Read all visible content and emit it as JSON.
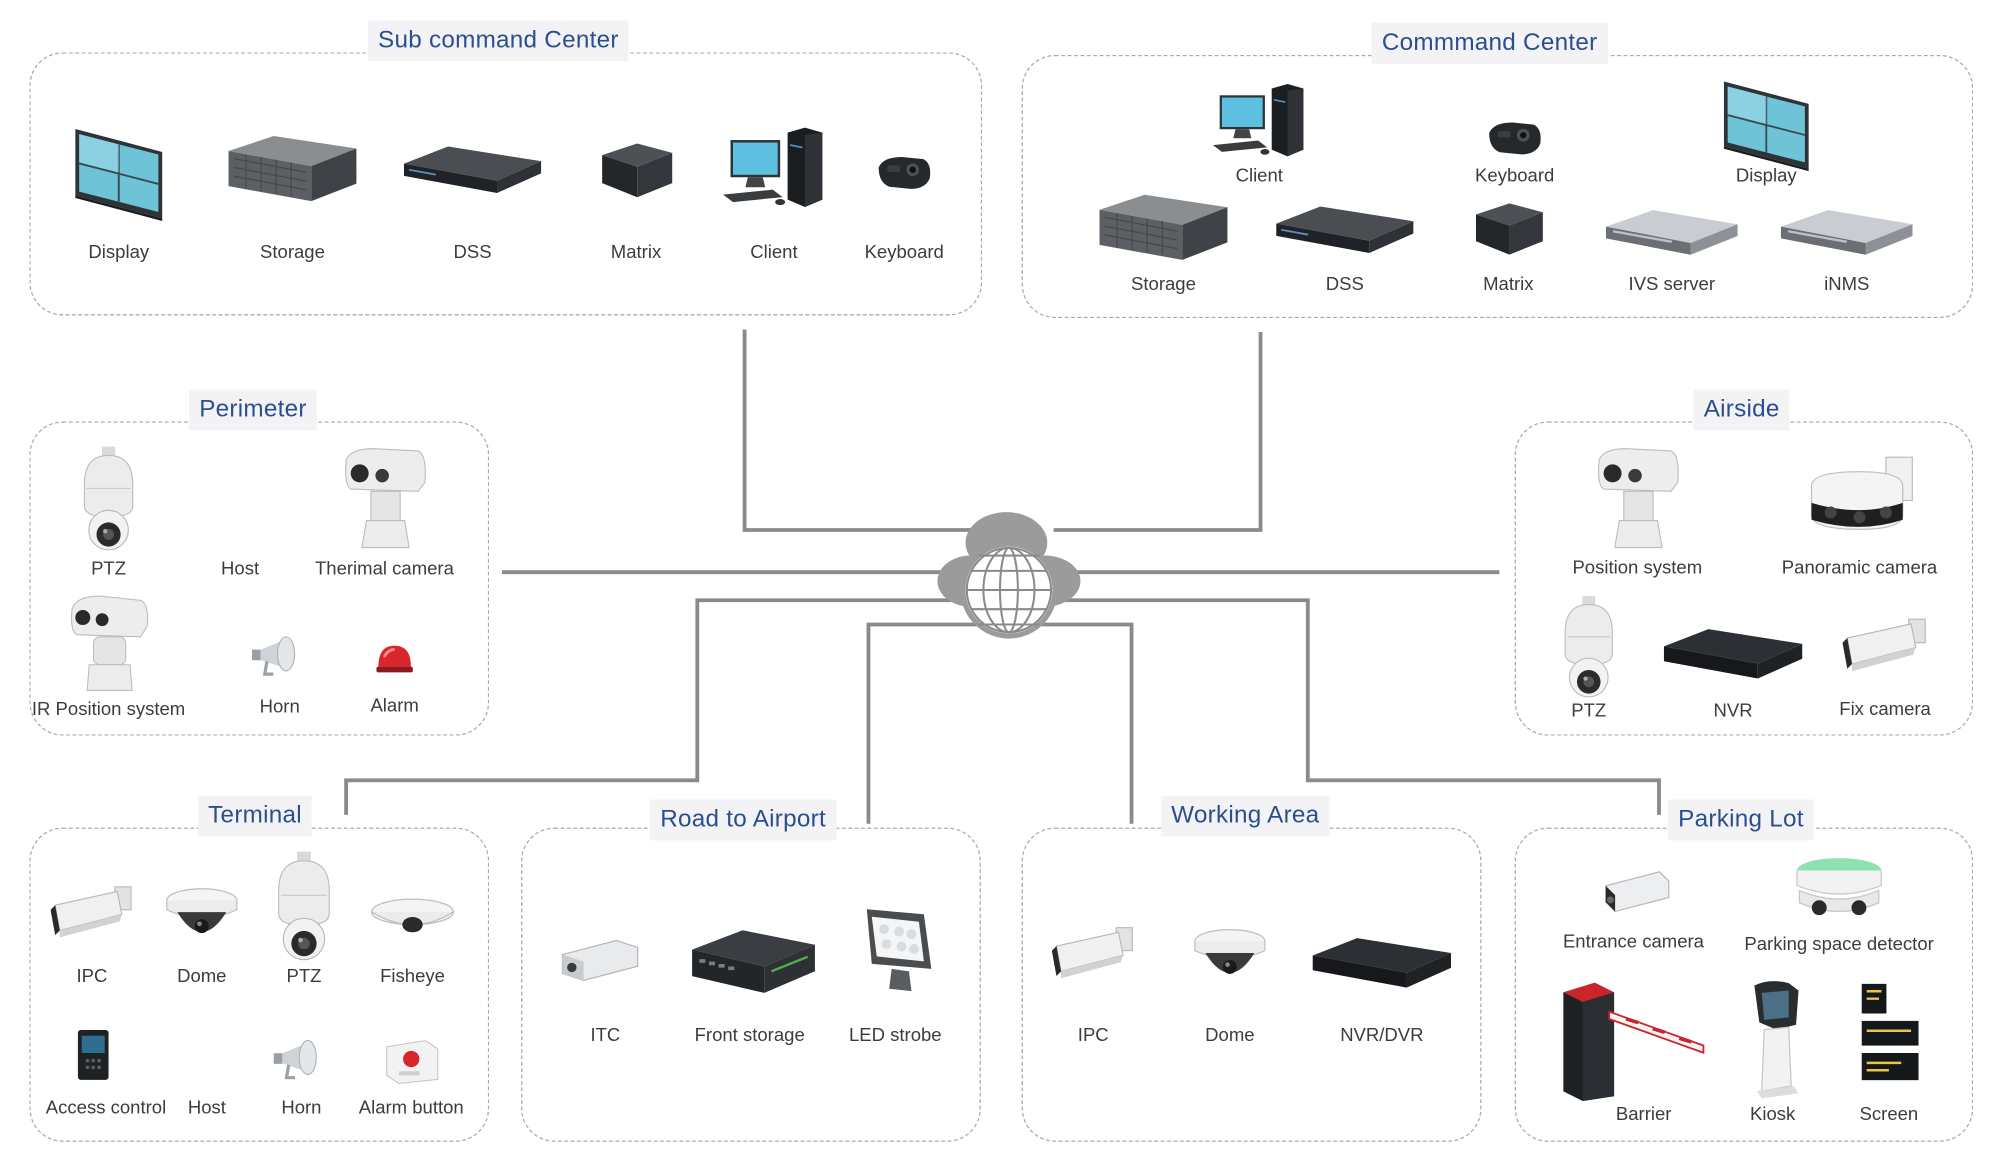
{
  "zones": {
    "sub_command": {
      "title": "Sub command Center",
      "items": [
        "Display",
        "Storage",
        "DSS",
        "Matrix",
        "Client",
        "Keyboard"
      ]
    },
    "command": {
      "title": "Commmand Center",
      "items": [
        "Client",
        "Keyboard",
        "Display",
        "Storage",
        "DSS",
        "Matrix",
        "IVS server",
        "iNMS"
      ]
    },
    "perimeter": {
      "title": "Perimeter",
      "items": [
        "PTZ",
        "Host",
        "Therimal camera",
        "IR Position system",
        "Horn",
        "Alarm"
      ]
    },
    "airside": {
      "title": "Airside",
      "items": [
        "Position system",
        "Panoramic camera",
        "PTZ",
        "NVR",
        "Fix camera"
      ]
    },
    "terminal": {
      "title": "Terminal",
      "items": [
        "IPC",
        "Dome",
        "PTZ",
        "Fisheye",
        "Access control",
        "Host",
        "Horn",
        "Alarm button"
      ]
    },
    "road": {
      "title": "Road to Airport",
      "items": [
        "ITC",
        "Front storage",
        "LED strobe"
      ]
    },
    "working": {
      "title": "Working Area",
      "items": [
        "IPC",
        "Dome",
        "NVR/DVR"
      ]
    },
    "parking": {
      "title": "Parking Lot",
      "items": [
        "Entrance camera",
        "Parking space detector",
        "Barrier",
        "Kiosk",
        "Screen"
      ]
    }
  },
  "icons": {
    "network": "cloud-globe-icon",
    "display": "video-wall-icon",
    "storage": "storage-server-icon",
    "server": "rack-server-icon",
    "matrix": "matrix-box-icon",
    "client": "desktop-computer-icon",
    "keyboard": "joystick-keyboard-icon",
    "ptz": "ptz-camera-icon",
    "thermal": "thermal-camera-icon",
    "horn": "horn-icon",
    "alarm": "alarm-light-icon",
    "bullet": "bullet-camera-icon",
    "dome": "dome-camera-icon",
    "fisheye": "fisheye-camera-icon",
    "access": "access-control-icon",
    "alarm_button": "alarm-button-icon",
    "panoramic": "panoramic-camera-icon",
    "nvr": "nvr-icon",
    "front_storage": "front-storage-icon",
    "strobe": "led-strobe-icon",
    "parking_detector": "parking-detector-icon",
    "barrier": "barrier-gate-icon",
    "kiosk": "kiosk-icon",
    "screen": "led-screen-icon"
  },
  "colors": {
    "title_text": "#2b4f8e",
    "title_bg": "#f3f3f5",
    "line": "#8a8a8a",
    "border": "#a9a9a9",
    "alarm_red": "#d8262b",
    "detector_green": "#8fe0b3"
  }
}
